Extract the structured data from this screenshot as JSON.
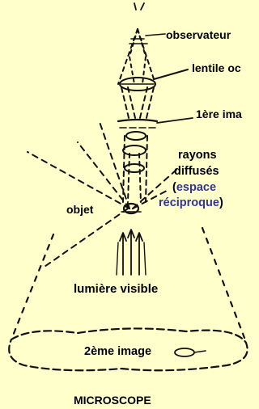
{
  "colors": {
    "background": "#ffffcc",
    "ink": "#111111",
    "highlight": "#333399"
  },
  "labels": {
    "observer": "observateur",
    "lens": "lentile oc",
    "first_image": "1ère ima",
    "scattered_rays_1": "rayons",
    "scattered_rays_2": "diffusés",
    "paren_open": "(",
    "reciprocal_space_1": "espace",
    "reciprocal_space_2": "réciproque",
    "paren_close": ")",
    "object": "objet",
    "visible_light": "lumière visible",
    "second_image": "2ème image",
    "title": "MICROSCOPE"
  }
}
